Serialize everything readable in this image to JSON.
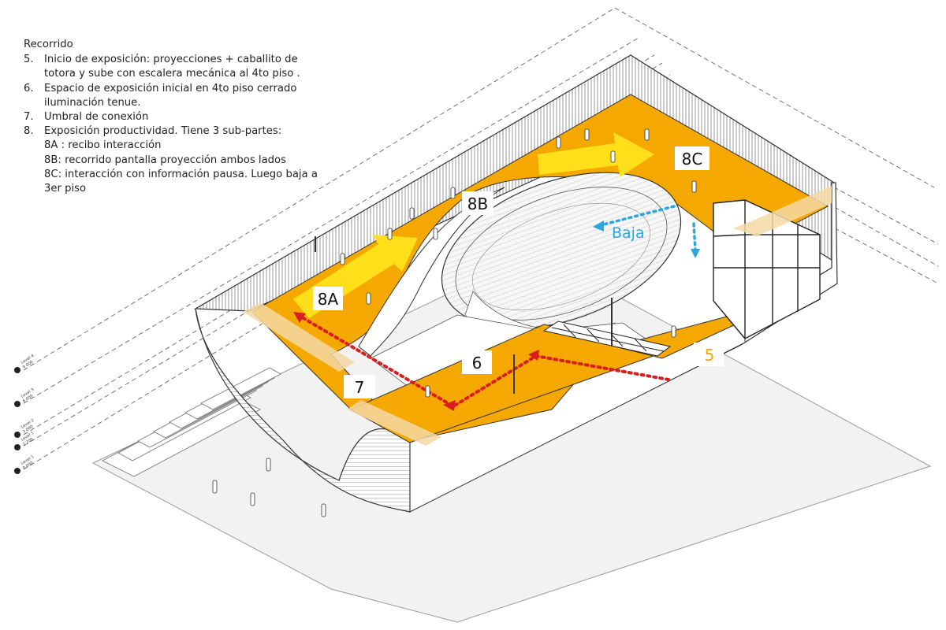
{
  "legend": {
    "title": "Recorrido",
    "items": [
      {
        "num": "5.",
        "text": "Inicio de exposición: proyecciones + caballito de totora y sube con escalera mecánica al 4to piso ."
      },
      {
        "num": "6.",
        "text": "Espacio de exposición inicial en 4to piso cerrado iluminación tenue."
      },
      {
        "num": "7.",
        "text": "Umbral de conexión"
      },
      {
        "num": "8.",
        "text": "Exposición productividad. Tiene 3 sub-partes:"
      }
    ],
    "subitems": [
      "8A : recibo interacción",
      "8B: recorrido pantalla proyección ambos lados",
      "8C: interacción con información pausa. Luego baja a 3er piso"
    ]
  },
  "labels": {
    "zone_8a": "8A",
    "zone_8b": "8B",
    "zone_8c": "8C",
    "zone_6": "6",
    "zone_7": "7",
    "zone_5": "5",
    "baja": "Baja"
  },
  "levels": [
    {
      "name": "Level 4",
      "value": "9 000"
    },
    {
      "name": "Level 3",
      "value": "6 000"
    },
    {
      "name": "Level 2",
      "value": "3 000"
    },
    {
      "name": "Level 1",
      "value": "2 200"
    },
    {
      "name": "Level 1",
      "value": "0 000"
    }
  ],
  "colors": {
    "floor": "#F5A800",
    "arrow_yellow": "#FFE21A",
    "path_red": "#D81E1E",
    "path_blue": "#2AA7DF",
    "label_5": "#F0A500",
    "line": "#333333"
  },
  "icons": [
    "level-marker-icon"
  ]
}
